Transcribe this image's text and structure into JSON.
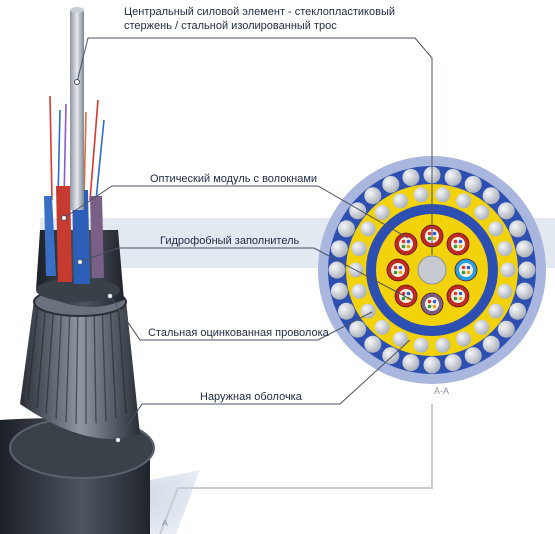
{
  "labels": {
    "central_line1": "Центральный силовой элемент - стеклопластиковый",
    "central_line2": "стержень / стальной изолированный трос",
    "optical_module": "Оптический модуль с волокнами",
    "filler": "Гидрофобный заполнитель",
    "steel_wire": "Стальная оцинкованная проволока",
    "outer_sheath": "Наружная оболочка"
  },
  "section_labels": {
    "cross_section": "А-А",
    "cut_mark": "А"
  },
  "colors": {
    "band": "#e3e9f1",
    "outer_ring": "#a9b7de",
    "sheath_blue": "#2e4fb2",
    "filler_yellow": "#f2d20b",
    "wire_grey": "#cfd3d8",
    "module_red": "#c02a22",
    "module_blue": "#2a9fe0",
    "module_purple": "#7a5f86",
    "cable_dark": "#2d323a",
    "leader_line": "#4a5266"
  }
}
